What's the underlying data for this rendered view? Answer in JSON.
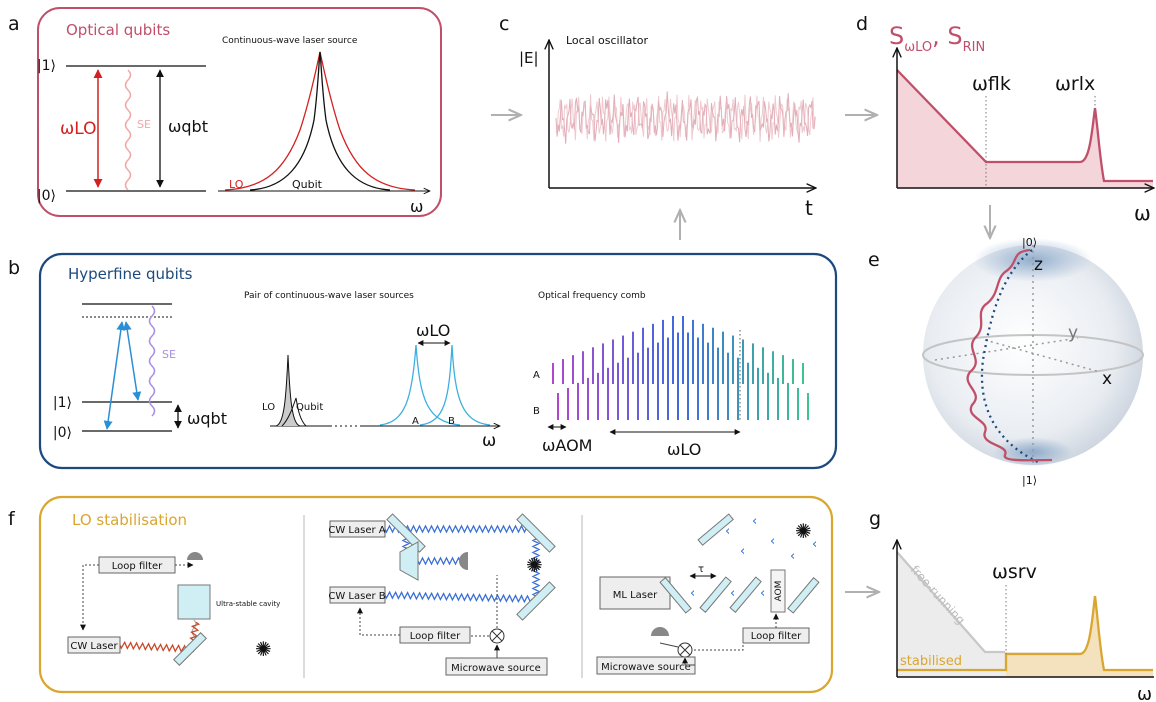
{
  "panels": {
    "a": {
      "letter": "a",
      "title": "Optical qubits",
      "cw_label": "Continuous-wave laser source",
      "ket1": "|1⟩",
      "ket0": "|0⟩",
      "omega_lo": "ωLO",
      "se": "SE",
      "omega_qbt": "ωqbt",
      "lo": "LO",
      "qubit": "Qubit",
      "omega": "ω"
    },
    "b": {
      "letter": "b",
      "title": "Hyperfine qubits",
      "pair_label": "Pair of continuous-wave laser sources",
      "comb_label": "Optical frequency comb",
      "ket1": "|1⟩",
      "ket0": "|0⟩",
      "se": "SE",
      "omega_qbt": "ωqbt",
      "lo": "LO",
      "qubit": "Qubit",
      "omega_lo": "ωLO",
      "A": "A",
      "B": "B",
      "omega": "ω",
      "omega_aom": "ωAOM"
    },
    "c": {
      "letter": "c",
      "ylabel": "|E|",
      "title": "Local oscillator",
      "xlabel": "t"
    },
    "d": {
      "letter": "d",
      "title_s1": "S",
      "title_sub1": "ωLO",
      "title_sep": ", S",
      "title_sub2": "RIN",
      "flk": "ωflk",
      "rlx": "ωrlx",
      "xlabel": "ω"
    },
    "e": {
      "letter": "e",
      "ket0": "|0⟩",
      "ket1": "|1⟩",
      "z": "z",
      "y": "y",
      "x": "x"
    },
    "f": {
      "letter": "f",
      "title": "LO stabilisation",
      "loop_filter": "Loop filter",
      "cavity": "Ultra-stable cavity",
      "cw_laser": "CW Laser",
      "cw_a": "CW Laser A",
      "cw_b": "CW Laser B",
      "loop_filter2": "Loop filter",
      "microwave": "Microwave source",
      "ml_laser": "ML Laser",
      "tau": "τ",
      "aom": "AOM",
      "loop_filter3": "Loop filter",
      "microwave2": "Microwave source"
    },
    "g": {
      "letter": "g",
      "free_running": "free-running",
      "srv": "ωsrv",
      "stabilised": "stabilised",
      "xlabel": "ω"
    }
  },
  "colors": {
    "red": "#c0506a",
    "blue": "#1c4a7e",
    "gold": "#d9a630",
    "pink_fill": "#f4d6da",
    "gold_fill": "#f3e2bd",
    "grey_arrow": "#b0b0b0"
  }
}
